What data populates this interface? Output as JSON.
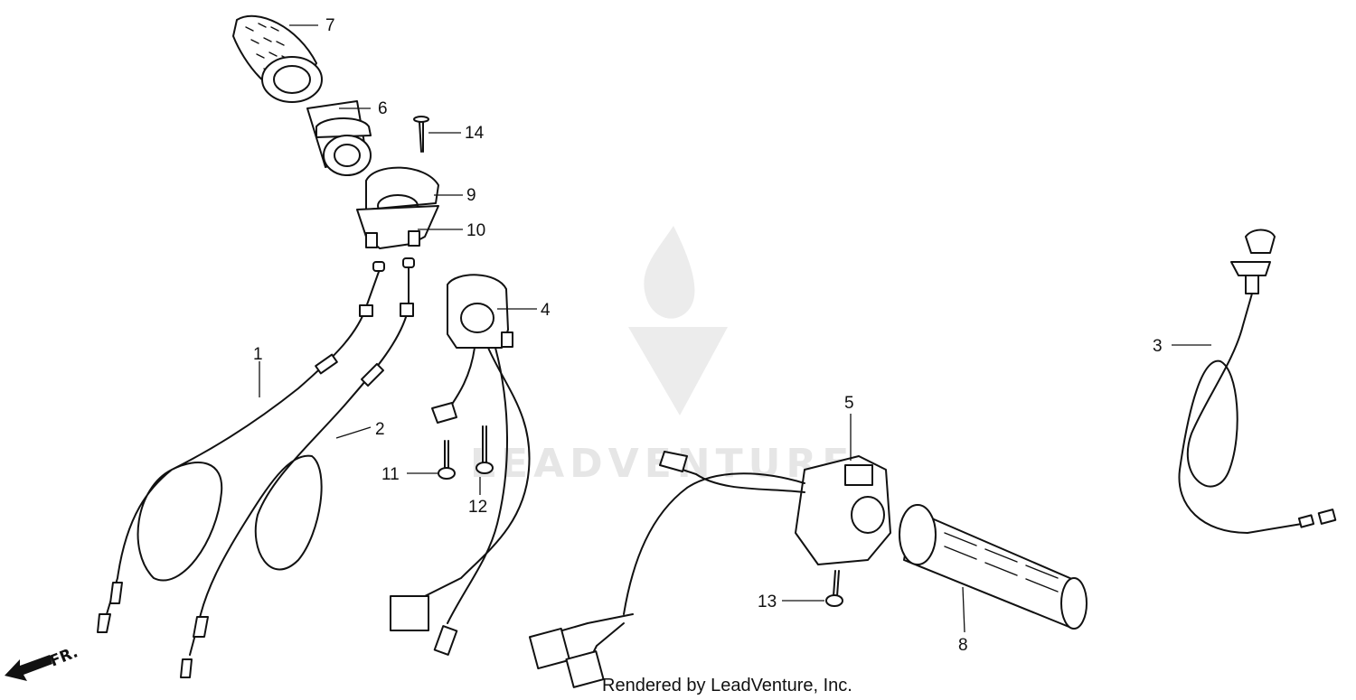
{
  "diagram": {
    "part_numbers": [
      "1",
      "2",
      "3",
      "4",
      "5",
      "6",
      "7",
      "8",
      "9",
      "10",
      "11",
      "12",
      "13",
      "14"
    ],
    "watermark_text": "LEADVENTURE",
    "direction_label": "FR.",
    "credit_text": "Rendered by LeadVenture, Inc."
  },
  "colors": {
    "ink": "#111111",
    "watermark": "#e6e6e6",
    "background": "#ffffff"
  }
}
